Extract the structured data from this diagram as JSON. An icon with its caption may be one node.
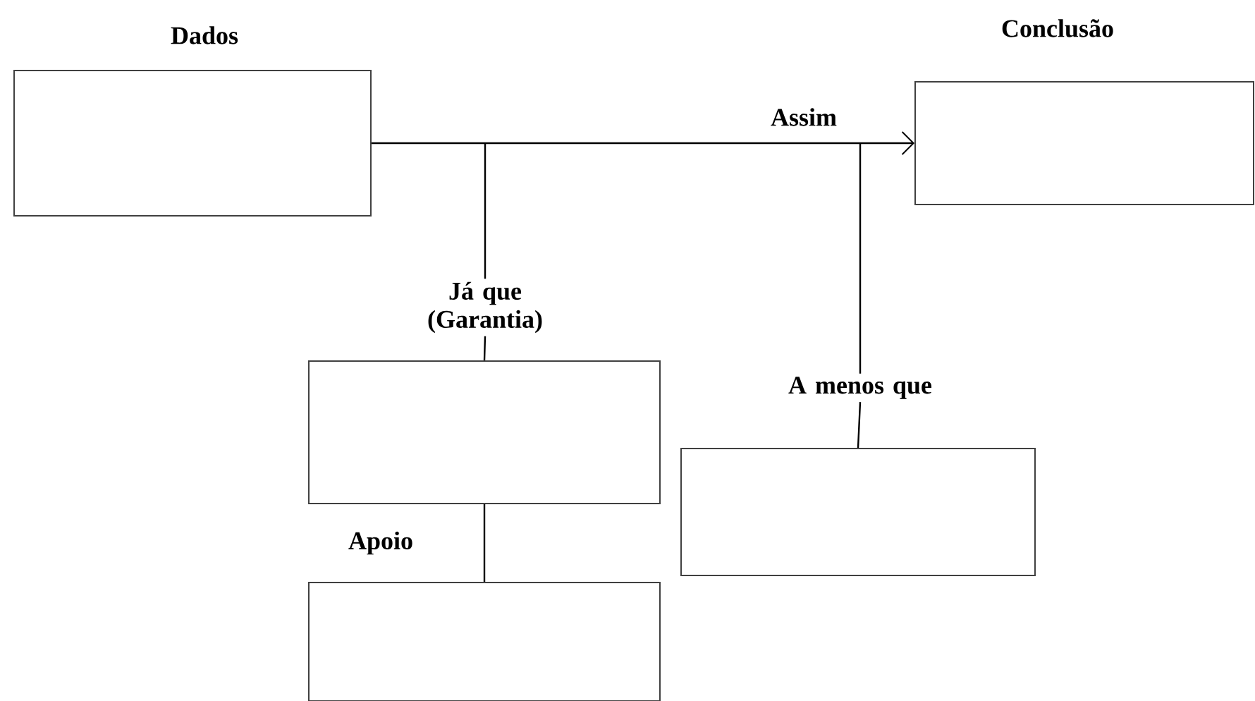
{
  "diagram": {
    "nodes": [
      {
        "text": [
          "Dados"
        ]
      },
      {
        "text": [
          "Conclusão"
        ]
      },
      {
        "text": [
          "Já que (Garantia)"
        ]
      },
      {
        "text": [
          "Apoio"
        ]
      },
      {
        "text": [
          "A menos que"
        ]
      }
    ],
    "edges": [
      {
        "from": 0,
        "to": 1,
        "arrow": "to",
        "label": "Assim"
      },
      {
        "from": 2,
        "to": null,
        "arrow": "none"
      },
      {
        "from": 4,
        "to": null,
        "arrow": "none"
      },
      {
        "from": 3,
        "to": 2,
        "arrow": "none"
      }
    ]
  }
}
